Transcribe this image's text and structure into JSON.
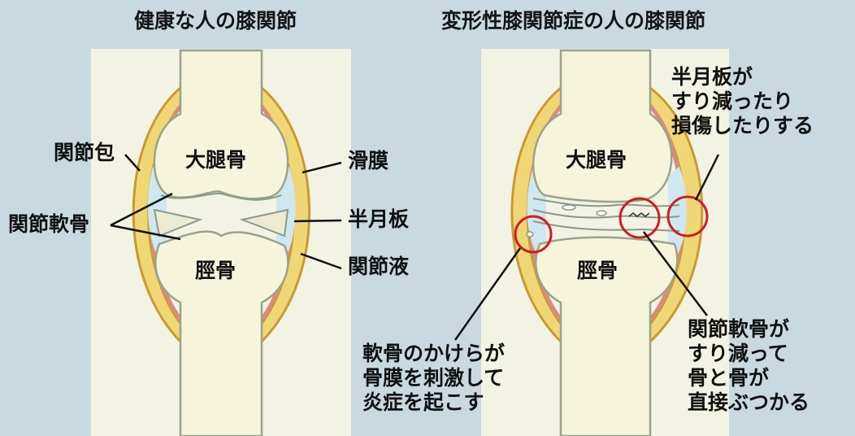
{
  "titles": {
    "healthy": "健康な人の膝関節",
    "oa": "変形性膝関節症の人の膝関節"
  },
  "healthy": {
    "femur": "大腿骨",
    "tibia": "脛骨",
    "capsule": "関節包",
    "cartilage": "関節軟骨",
    "synovium": "滑膜",
    "meniscus": "半月板",
    "fluid": "関節液"
  },
  "oa": {
    "femur": "大腿骨",
    "tibia": "脛骨",
    "meniscus_note": [
      "半月板が",
      "すり減ったり",
      "損傷したりする"
    ],
    "cartilage_note": [
      "関節軟骨が",
      "すり減って",
      "骨と骨が",
      "直接ぶつかる"
    ],
    "fragment_note": [
      "軟骨のかけらが",
      "骨膜を刺激して",
      "炎症を起こす"
    ]
  },
  "colors": {
    "background": "#c9d9e0",
    "panel": "#f3f3e4",
    "bone": "#f6f5dc",
    "capsule_outer": "#d8a93c",
    "capsule_fill": "#f0d776",
    "synovium": "#d88d7c",
    "fluid": "#cfe7ee",
    "highlight": "#cc1f24"
  }
}
